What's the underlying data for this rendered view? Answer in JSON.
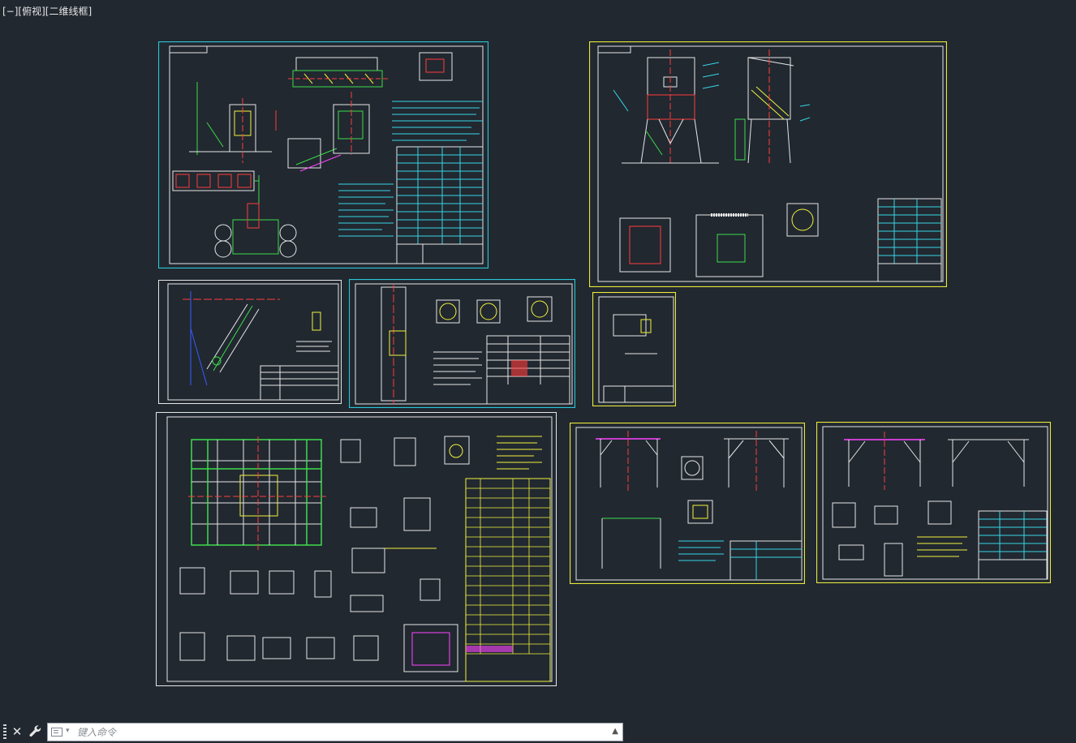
{
  "viewport": {
    "label": "[−][俯视][二维线框]"
  },
  "colors": {
    "background": "#212830",
    "frame_cyan": "#29c7d6",
    "frame_yellow": "#e8e83a",
    "frame_white": "#e6e6e6",
    "line_green": "#3ddc4a",
    "line_yellow": "#f2f23c",
    "line_red": "#ff3b3b",
    "line_cyan": "#37d6e6",
    "line_magenta": "#ff44ff",
    "line_blue": "#3a5cff"
  },
  "drawing_sheets": [
    {
      "id": "sheet-main-assembly",
      "border": "cyan"
    },
    {
      "id": "sheet-silo-elevation",
      "border": "yellow"
    },
    {
      "id": "sheet-inclined-conveyor",
      "border": "white"
    },
    {
      "id": "sheet-column-detail",
      "border": "cyan"
    },
    {
      "id": "sheet-small-part",
      "border": "yellow"
    },
    {
      "id": "sheet-platform-plan",
      "border": "white"
    },
    {
      "id": "sheet-support-frame-a",
      "border": "yellow"
    },
    {
      "id": "sheet-support-frame-b",
      "border": "yellow"
    }
  ],
  "command_line": {
    "close_icon": "close-icon",
    "settings_icon": "wrench-icon",
    "placeholder": "键入命令",
    "history_icon": "triangle-up-icon"
  }
}
